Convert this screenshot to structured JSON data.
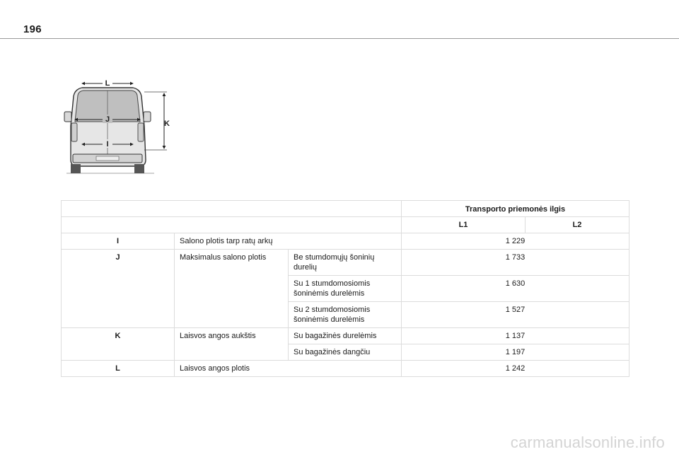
{
  "page": {
    "number": "196"
  },
  "figure": {
    "labels": {
      "L": "L",
      "J": "J",
      "I": "I",
      "K": "K"
    }
  },
  "table": {
    "header_title": "Transporto priemonės ilgis",
    "header_l1": "L1",
    "header_l2": "L2",
    "rows": [
      {
        "key": "I",
        "desc": "Salono plotis tarp ratų arkų",
        "value": "1 229"
      },
      {
        "key": "J",
        "desc": "Maksimalus salono plotis",
        "variants": [
          {
            "label": "Be stumdomųjų šoninių durelių",
            "value": "1 733"
          },
          {
            "label": "Su 1 stumdomosiomis šoninėmis durelėmis",
            "value": "1 630"
          },
          {
            "label": "Su 2 stumdomosiomis šoninėmis durelėmis",
            "value": "1 527"
          }
        ]
      },
      {
        "key": "K",
        "desc": "Laisvos angos aukštis",
        "variants": [
          {
            "label": "Su bagažinės durelėmis",
            "value": "1 137"
          },
          {
            "label": "Su bagažinės dangčiu",
            "value": "1 197"
          }
        ]
      },
      {
        "key": "L",
        "desc": "Laisvos angos plotis",
        "value": "1 242"
      }
    ]
  },
  "watermark": "carmanualsonline.info"
}
